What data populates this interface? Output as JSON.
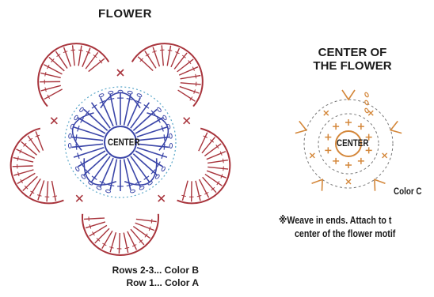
{
  "flower": {
    "title": "FLOWER",
    "center_label": "CENTER",
    "legend": [
      "Rows 2-3... Color B",
      "Row 1... Color A"
    ]
  },
  "center_motif": {
    "title_line1": "CENTER OF",
    "title_line2": "THE FLOWER",
    "center_label": "CENTER",
    "color_label": "Color C",
    "note_line1": "※Weave in ends. Attach to t",
    "note_line2": "center of the flower motif"
  },
  "colors": {
    "color_a": "#3a45a8",
    "color_b": "#a8343c",
    "color_c": "#d4873a",
    "dots": "#5aa7c9"
  }
}
